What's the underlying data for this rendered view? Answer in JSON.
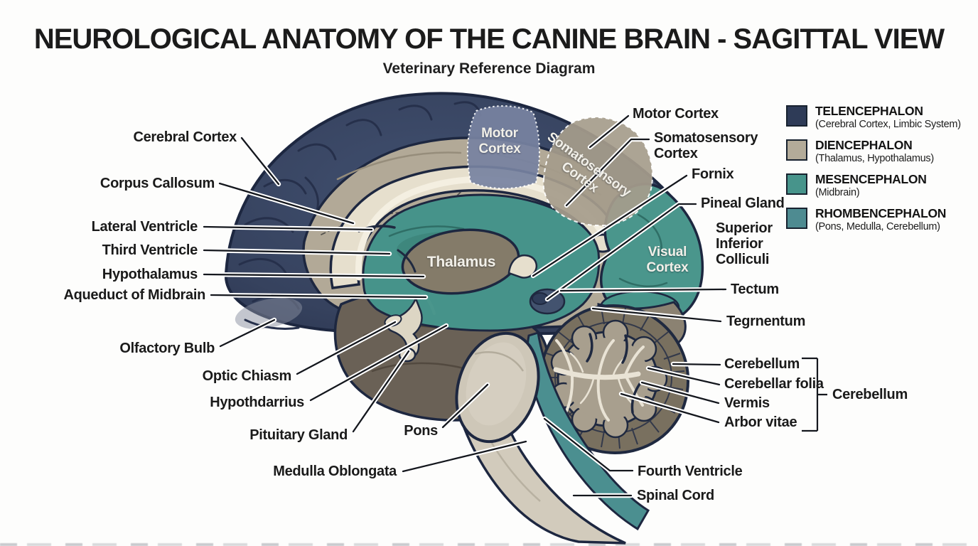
{
  "title": "NEUROLOGICAL ANATOMY OF THE CANINE BRAIN - SAGITTAL VIEW",
  "subtitle": "Veterinary Reference Diagram",
  "legend": {
    "items": [
      {
        "name": "TELENCEPHALON",
        "detail": "(Cerebral Cortex, Limbic System)",
        "color": "#2e3b57"
      },
      {
        "name": "DIENCEPHALON",
        "detail": "(Thalamus, Hypothalamus)",
        "color": "#b3ab99"
      },
      {
        "name": "MESENCEPHALON",
        "detail": "(Midbrain)",
        "color": "#47948b"
      },
      {
        "name": "RHOMBENCEPHALON",
        "detail": "(Pons, Medulla, Cerebellum)",
        "color": "#4e8b91"
      }
    ]
  },
  "labels": {
    "cerebral_cortex": "Cerebral Cortex",
    "corpus_callosum": "Corpus Callosum",
    "lateral_ventricle": "Lateral Ventricle",
    "third_ventricle": "Third Ventricle",
    "hypothalamus": "Hypothalamus",
    "aqueduct_of_midbrain": "Aqueduct of Midbrain",
    "olfactory_bulb": "Olfactory Bulb",
    "optic_chiasm": "Optic Chiasm",
    "hypothdarrius": "Hypothdarrius",
    "pituitary_gland": "Pituitary Gland",
    "pons": "Pons",
    "medulla_oblongata": "Medulla Oblongata",
    "motor_cortex": "Motor Cortex",
    "somatosensory_cortex": "Somatosensory Cortex",
    "fornix": "Fornix",
    "pineal_gland": "Pineal Gland",
    "superior_inferior_colliculi": "Superior Inferior Colliculi",
    "tectum": "Tectum",
    "tegmentum": "Tegrnentum",
    "cerebellum": "Cerebellum",
    "cerebellar_folia": "Cerebellar folia",
    "vermis": "Vermis",
    "arbor_vitae": "Arbor vitae",
    "cerebellum_group": "Cerebellum",
    "fourth_ventricle": "Fourth Ventricle",
    "spinal_cord": "Spinal Cord"
  },
  "region_labels": {
    "motor_cortex": "Motor Cortex",
    "somatosensory_cortex": "Somatosensory Cortex",
    "thalamus": "Thalamus",
    "visual_cortex": "Visual Cortex"
  }
}
